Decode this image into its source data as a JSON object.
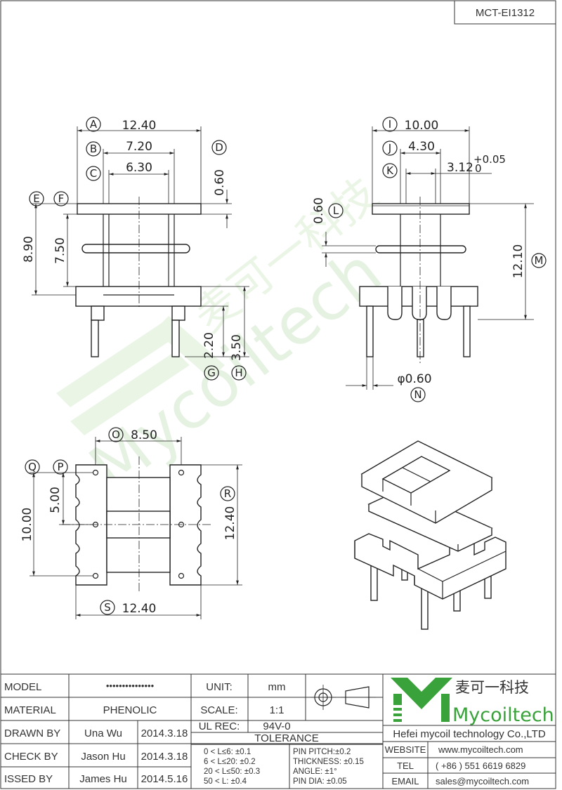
{
  "drawing_number": "MCT-EI1312",
  "watermark": {
    "text": "Mycoiltech",
    "cn_text": "麦可一科技"
  },
  "views": {
    "front": {
      "letters": [
        "A",
        "B",
        "C",
        "D",
        "E",
        "F",
        "G",
        "H"
      ],
      "dims": {
        "A": "12.40",
        "B": "7.20",
        "C": "6.30",
        "D": "0.60",
        "E": "8.90",
        "F": "7.50",
        "G": "2.20",
        "H": "3.50"
      }
    },
    "side": {
      "letters": [
        "I",
        "J",
        "K",
        "L",
        "M",
        "N"
      ],
      "dims": {
        "I": "10.00",
        "J": "4.30",
        "K": "3.12",
        "K_tol_plus": "+0.05",
        "K_tol_zero": "0",
        "L": "0.60",
        "M": "12.10",
        "N": "φ0.60"
      }
    },
    "bottom": {
      "letters": [
        "O",
        "P",
        "Q",
        "R",
        "S"
      ],
      "dims": {
        "O": "8.50",
        "P": "5.00",
        "Q": "10.00",
        "R": "12.40",
        "S": "12.40"
      }
    }
  },
  "title_block": {
    "model_label": "MODEL",
    "model_value": "•••••••••••••••",
    "material_label": "MATERIAL",
    "material_value": "PHENOLIC",
    "drawn_label": "DRAWN BY",
    "drawn_name": "Una Wu",
    "drawn_date": "2014.3.18",
    "check_label": "CHECK BY",
    "check_name": "Jason Hu",
    "check_date": "2014.3.18",
    "issued_label": "ISSED BY",
    "issued_name": "James Hu",
    "issued_date": "2014.5.16",
    "unit_label": "UNIT:",
    "unit_value": "mm",
    "scale_label": "SCALE:",
    "scale_value": "1:1",
    "ul_label": "UL REC:",
    "ul_value": "94V-0",
    "tolerance_label": "TOLERANCE",
    "tolerances_left": [
      "0 < L≤6:  ±0.1",
      "6 < L≤20:  ±0.2",
      "20 < L≤50:  ±0.3",
      "50 < L:  ±0.4"
    ],
    "tolerances_right": [
      "PIN PITCH:±0.2",
      "THICKNESS:  ±0.15",
      "ANGLE:  ±1°",
      "PIN DIA:  ±0.05"
    ],
    "company_cn": "麦可一科技",
    "company_logo_text": "Mycoiltech",
    "company_full": "Hefei mycoil technology Co.,LTD",
    "website_label": "WEBSITE",
    "website_value": "www.mycoiltech.com",
    "tel_label": "TEL",
    "tel_value": "( +86 ) 551 6619 6829",
    "email_label": "EMAIL",
    "email_value": "sales@mycoiltech.com"
  },
  "colors": {
    "logo_green": "#3aa23a",
    "line": "#222222",
    "watermark": "#e3f1df"
  }
}
